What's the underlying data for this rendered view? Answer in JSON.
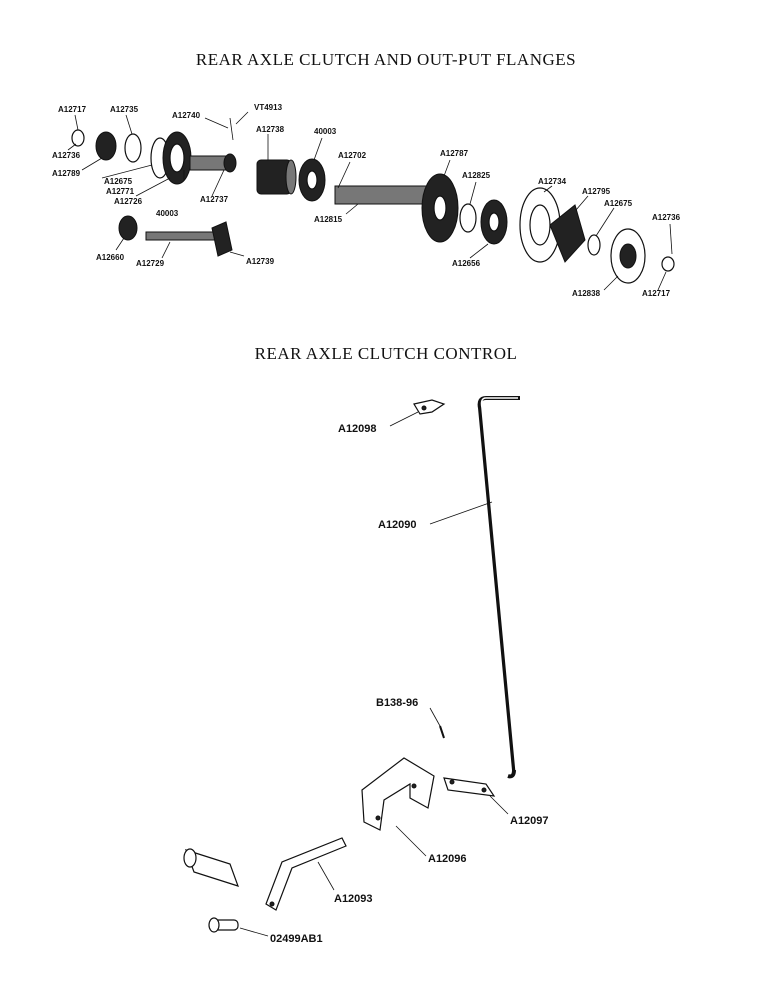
{
  "titles": {
    "top": "REAR AXLE CLUTCH AND OUT-PUT FLANGES",
    "bottom": "REAR AXLE CLUTCH CONTROL"
  },
  "top_labels": [
    "A12717",
    "A12735",
    "A12740",
    "VT4913",
    "A12736",
    "A12789",
    "A12675",
    "A12771",
    "A12726",
    "A12738",
    "40003",
    "A12737",
    "40003",
    "A12702",
    "A12787",
    "A12815",
    "A12825",
    "A12734",
    "A12795",
    "A12675",
    "A12736",
    "A12660",
    "A12729",
    "A12739",
    "A12656",
    "A12838",
    "A12717"
  ],
  "bottom_labels": [
    "A12098",
    "A12090",
    "B138-96",
    "A12097",
    "A12096",
    "A12093",
    "02499AB1"
  ]
}
